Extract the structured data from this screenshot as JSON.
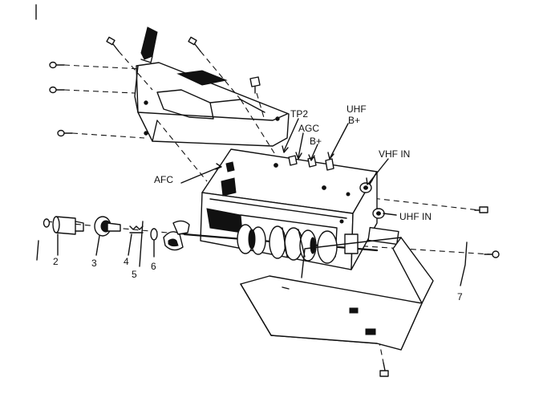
{
  "labels": {
    "tp2": "TP2",
    "agc": "AGC",
    "bplus": "B+",
    "uhf_bplus_line1": "UHF",
    "uhf_bplus_line2": "B+",
    "afc": "AFC",
    "vhf_in": "VHF IN",
    "uhf_in": "UHF IN"
  },
  "part_numbers": {
    "p2": "2",
    "p3": "3",
    "p4": "4",
    "p5": "5",
    "p6": "6",
    "p7": "7"
  }
}
